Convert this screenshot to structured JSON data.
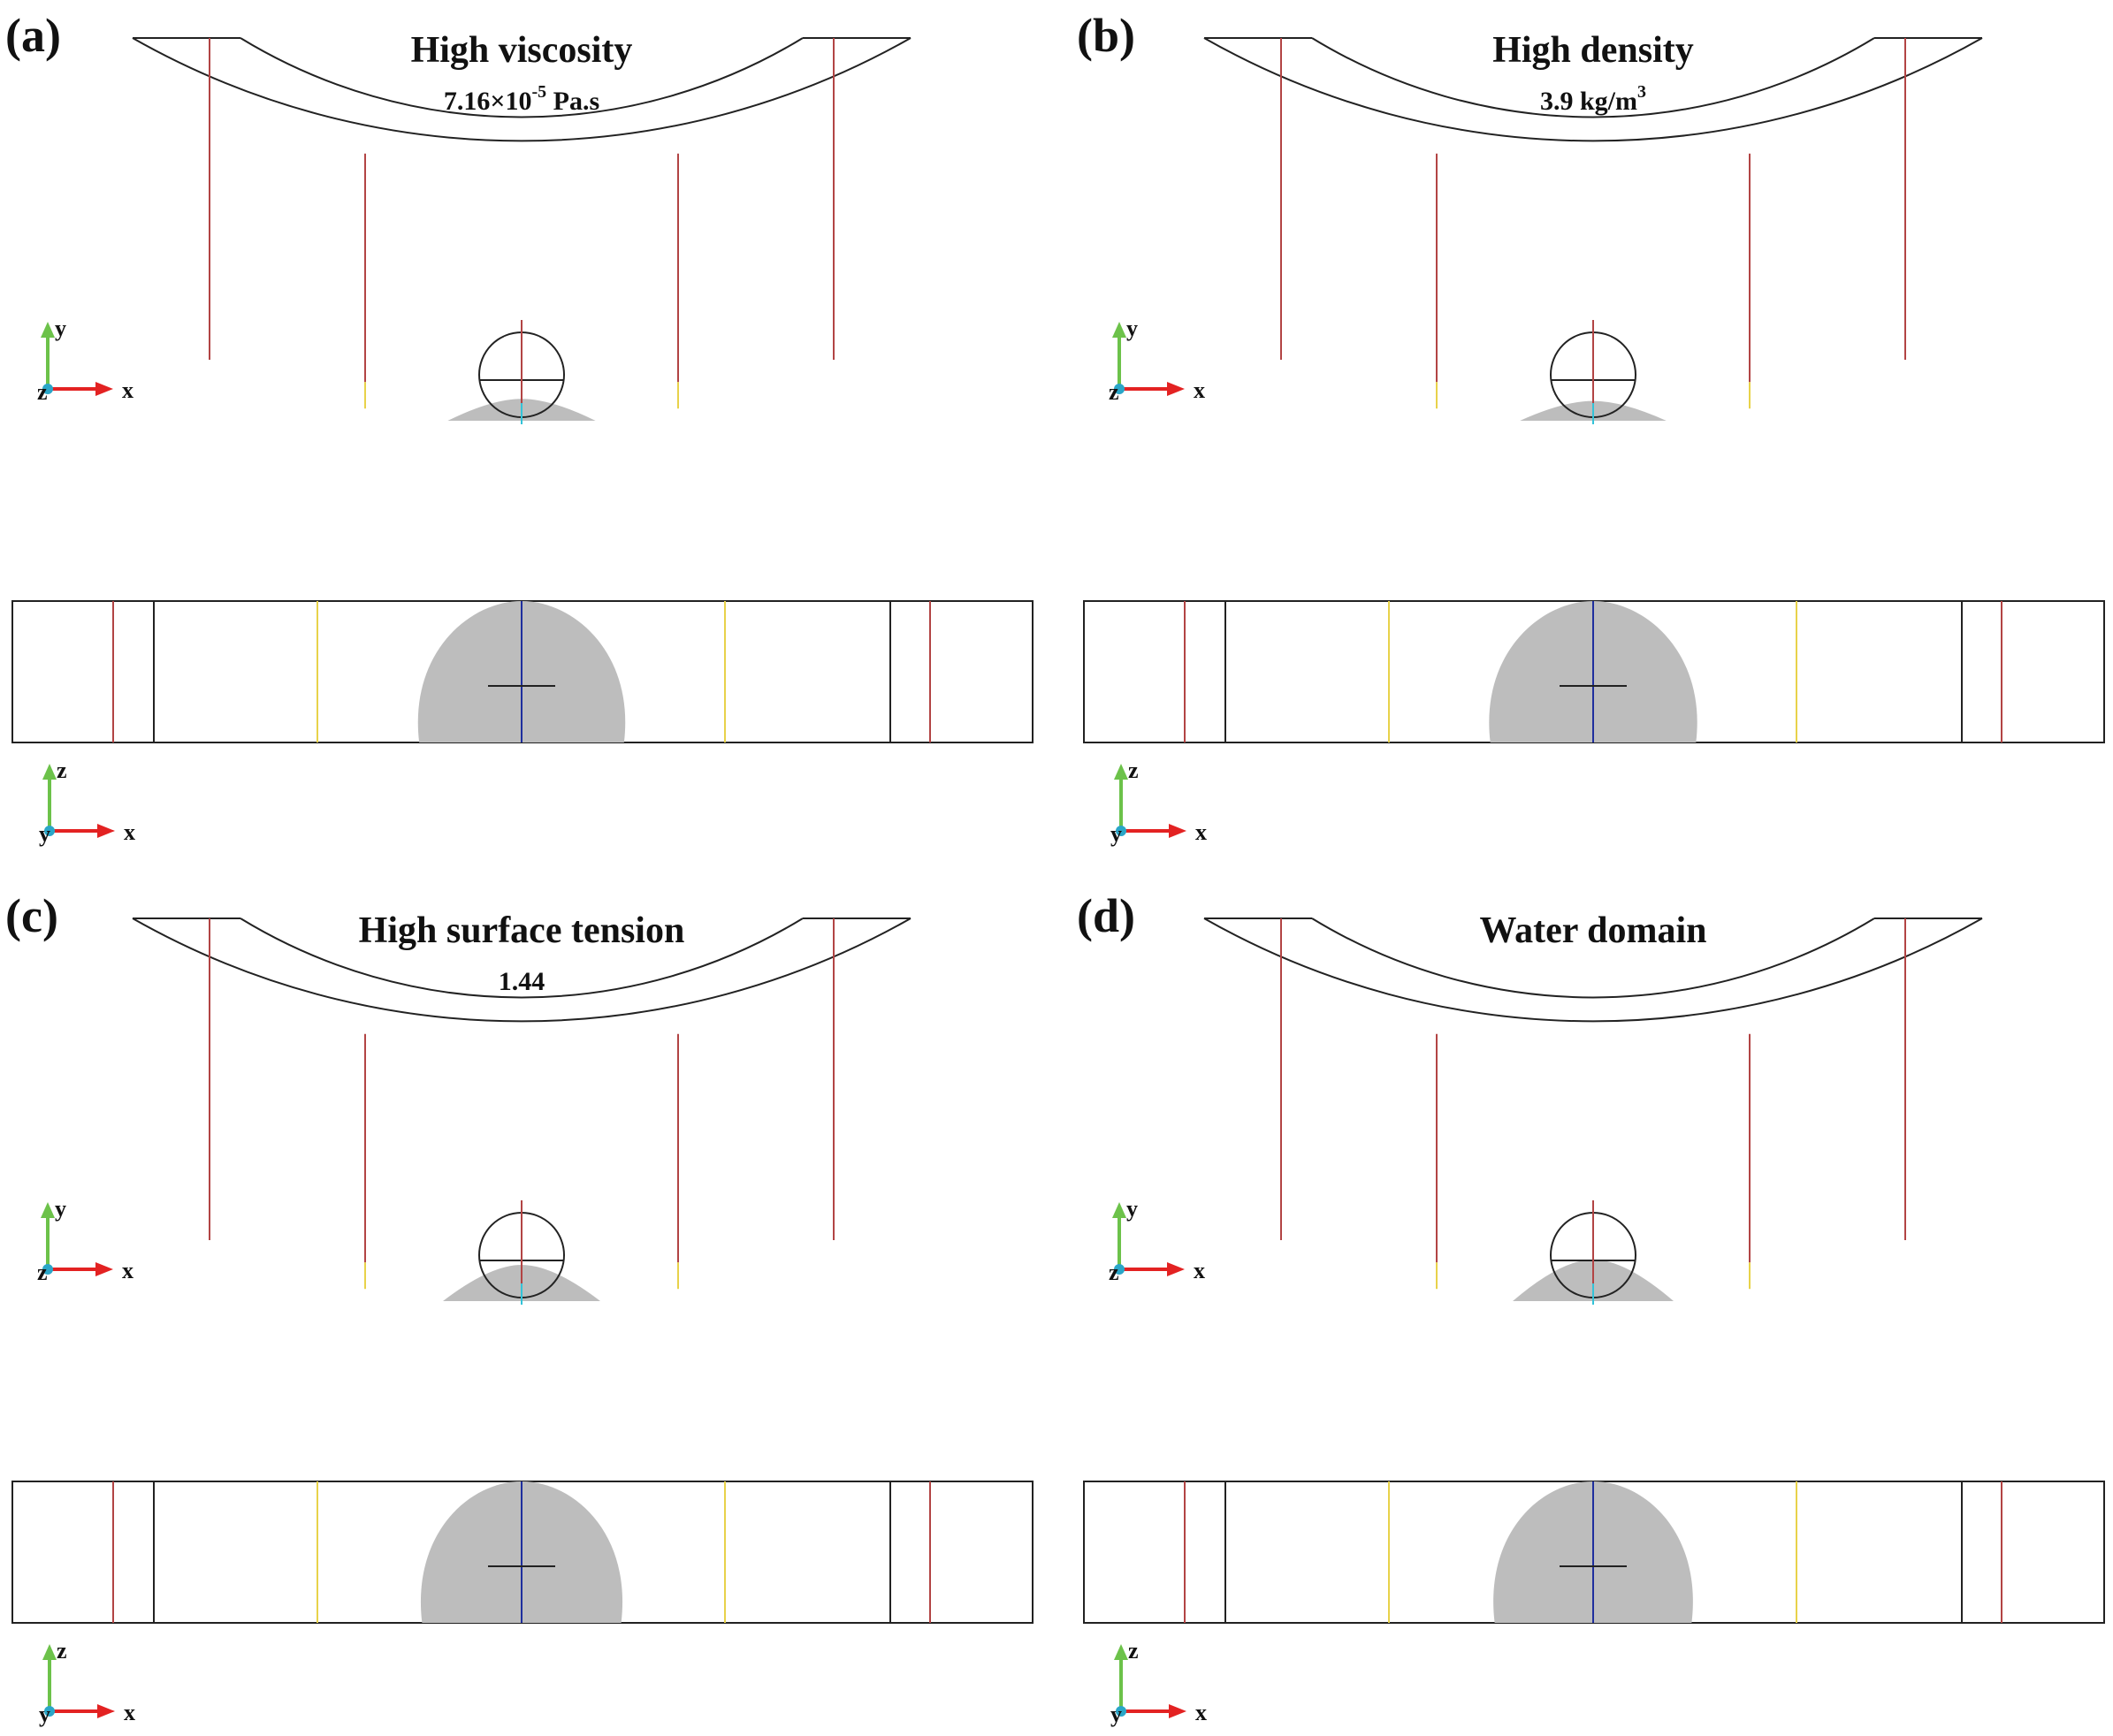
{
  "panels": [
    {
      "id": "a",
      "label": "(a)",
      "title": "High viscosity",
      "subtitle_parts": [
        "7.16×10",
        "-5",
        " Pa.s"
      ],
      "droplet_height": 0.18,
      "top_axes": {
        "vertical": "y",
        "horizontal": "x",
        "out_of_plane": "z"
      },
      "bottom_axes": {
        "vertical": "z",
        "horizontal": "x",
        "out_of_plane": "y"
      }
    },
    {
      "id": "b",
      "label": "(b)",
      "title": "High density",
      "subtitle_parts": [
        "3.9 kg/m",
        "3",
        ""
      ],
      "droplet_height": 0.14,
      "top_axes": {
        "vertical": "y",
        "horizontal": "x",
        "out_of_plane": "z"
      },
      "bottom_axes": {
        "vertical": "z",
        "horizontal": "x",
        "out_of_plane": "y"
      }
    },
    {
      "id": "c",
      "label": "(c)",
      "title": "High surface tension",
      "subtitle_parts": [
        "1.44",
        "",
        ""
      ],
      "droplet_height": 0.45,
      "top_axes": {
        "vertical": "y",
        "horizontal": "x",
        "out_of_plane": "z"
      },
      "bottom_axes": {
        "vertical": "z",
        "horizontal": "x",
        "out_of_plane": "y"
      }
    },
    {
      "id": "d",
      "label": "(d)",
      "title": "Water domain",
      "subtitle_parts": [
        "",
        "",
        ""
      ],
      "droplet_height": 0.55,
      "top_axes": {
        "vertical": "y",
        "horizontal": "x",
        "out_of_plane": "z"
      },
      "bottom_axes": {
        "vertical": "z",
        "horizontal": "x",
        "out_of_plane": "y"
      }
    }
  ],
  "colors": {
    "outline": "#222222",
    "droplet": "#bdbdbd",
    "probe_red": "#b24444",
    "probe_yellow": "#e8d24a",
    "probe_blue": "#1f2f9e",
    "probe_cyan": "#33c3d8",
    "axis_green": "#6cc24a",
    "axis_red": "#e32222",
    "axis_cyan": "#2aa6c8"
  }
}
